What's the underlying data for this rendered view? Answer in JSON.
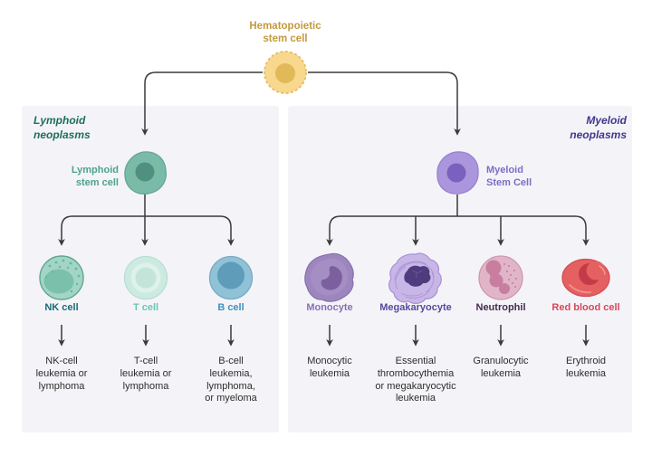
{
  "diagram": {
    "root": {
      "label": "Hematopoietic\nstem cell",
      "icon": "hematopoietic-stem-cell-icon"
    },
    "lymphoid": {
      "header": "Lymphoid\nneoplasms",
      "stem_label": "Lymphoid\nstem cell",
      "stem_icon": "lymphoid-stem-cell-icon",
      "cells": [
        {
          "label": "NK cell",
          "icon": "nk-cell-icon",
          "disease": "NK-cell\nleukemia or\nlymphoma"
        },
        {
          "label": "T cell",
          "icon": "t-cell-icon",
          "disease": "T-cell\nleukemia or\nlymphoma"
        },
        {
          "label": "B cell",
          "icon": "b-cell-icon",
          "disease": "B-cell\nleukemia,\nlymphoma,\nor myeloma"
        }
      ]
    },
    "myeloid": {
      "header": "Myeloid\nneoplasms",
      "stem_label": "Myeloid\nStem Cell",
      "stem_icon": "myeloid-stem-cell-icon",
      "cells": [
        {
          "label": "Monocyte",
          "icon": "monocyte-icon",
          "disease": "Monocytic\nleukemia"
        },
        {
          "label": "Megakaryocyte",
          "icon": "megakaryocyte-icon",
          "disease": "Essential\nthrombocythemia\nor megakaryocytic\nleukemia"
        },
        {
          "label": "Neutrophil",
          "icon": "neutrophil-icon",
          "disease": "Granulocytic\nleukemia"
        },
        {
          "label": "Red blood cell",
          "icon": "red-blood-cell-icon",
          "disease": "Erythroid\nleukemia"
        }
      ]
    },
    "colors": {
      "root_label": "#c49a3e",
      "lymphoid_header": "#1d6e5c",
      "lymphoid_stem_label": "#4fa28c",
      "nk_label": "#1c6a76",
      "t_label": "#6ec4b4",
      "b_label": "#3e92be",
      "myeloid_header": "#40368c",
      "myeloid_stem_label": "#7d6cc8",
      "monocyte_label": "#8a6fb6",
      "megakaryocyte_label": "#55499e",
      "neutrophil_label": "#462a4f",
      "rbc_label": "#d94659",
      "panel_bg": "#f4f4f8",
      "connector": "#3a3a3a",
      "disease_text": "#2d2d2d"
    }
  }
}
